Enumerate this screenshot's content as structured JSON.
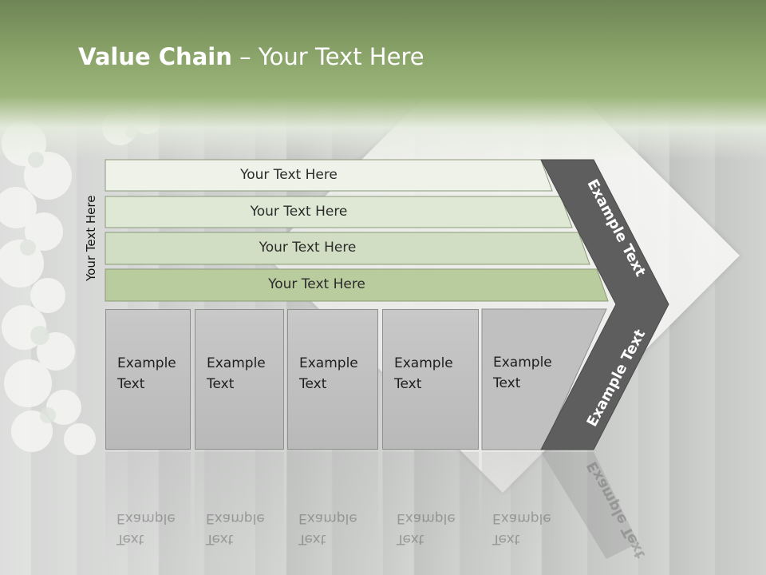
{
  "title": {
    "bold": "Value Chain",
    "rest": " – Your Text Here"
  },
  "side_label": "Your Text Here",
  "bars": [
    {
      "label": "Your Text Here",
      "color": "#eef2e8"
    },
    {
      "label": "Your Text Here",
      "color": "#dfe8d5"
    },
    {
      "label": "Your Text Here",
      "color": "#d2dec3"
    },
    {
      "label": "Your Text Here",
      "color": "#b9cc9d"
    }
  ],
  "boxes": [
    {
      "line1": "Example",
      "line2": "Text"
    },
    {
      "line1": "Example",
      "line2": "Text"
    },
    {
      "line1": "Example",
      "line2": "Text"
    },
    {
      "line1": "Example",
      "line2": "Text"
    },
    {
      "line1": "Example",
      "line2": "Text"
    }
  ],
  "chevron": {
    "upper_label": "Example Text",
    "lower_label": "Example Text",
    "color": "#5e5e5e"
  },
  "colors": {
    "header": "#8aa46a",
    "title_text": "#ffffff"
  }
}
